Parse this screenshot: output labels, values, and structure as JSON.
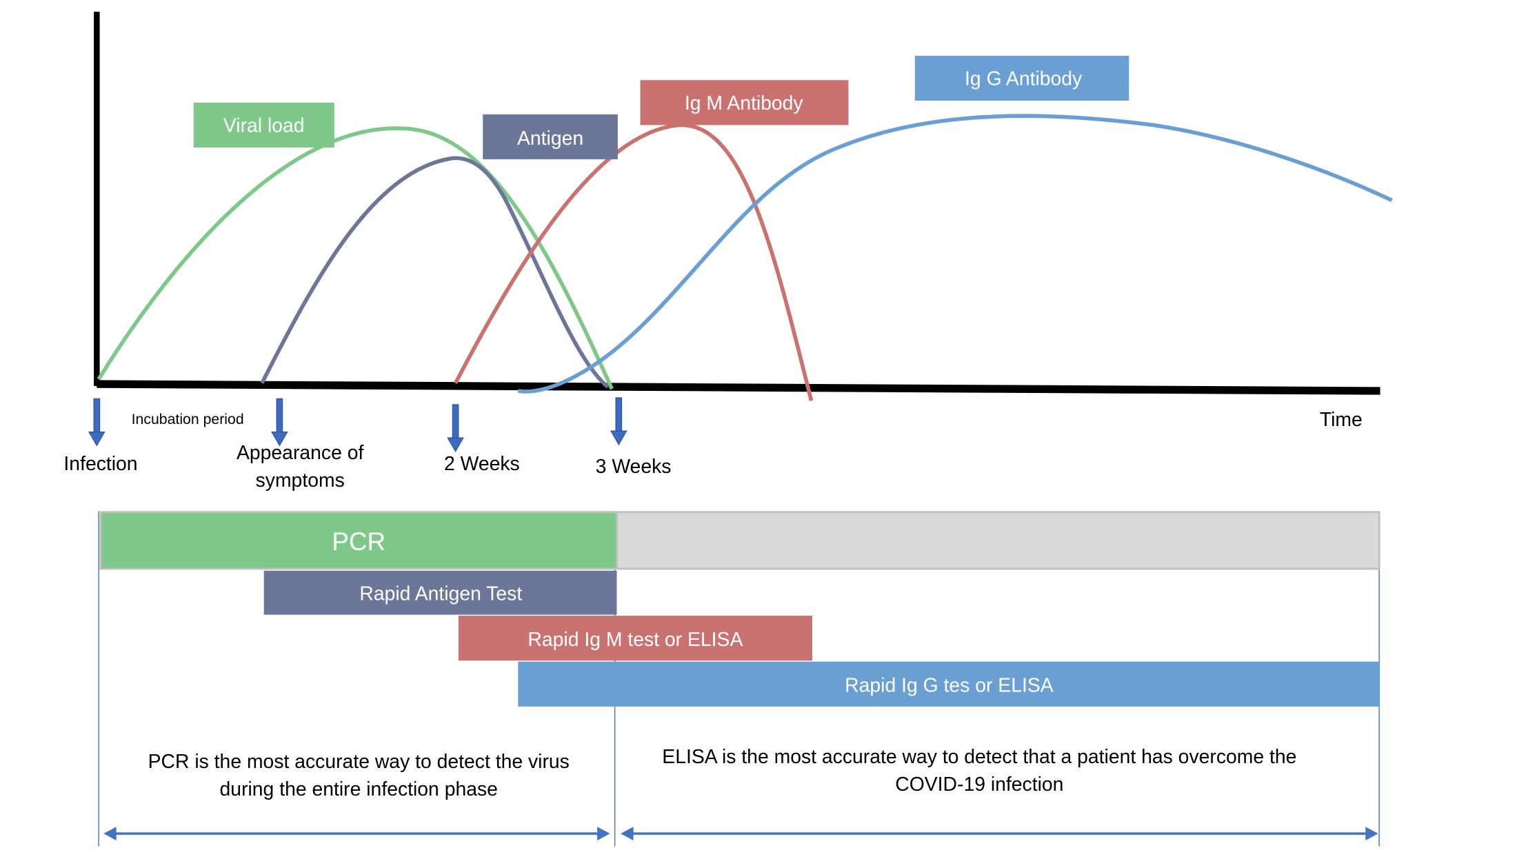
{
  "colors": {
    "viral": "#7ec98a",
    "antigen": "#6b7698",
    "igm": "#c97270",
    "igg": "#6a9fd4",
    "gray": "#d9d9d9",
    "arrow": "#3d6bbf",
    "axis": "#000000"
  },
  "curves": {
    "viral_load": "Viral load",
    "antigen": "Antigen",
    "igm": "Ig M Antibody",
    "igg": "Ig G Antibody"
  },
  "axis": {
    "x_label": "Time"
  },
  "timeline": {
    "incubation": "Incubation period",
    "markers": [
      {
        "line1": "Infection",
        "line2": ""
      },
      {
        "line1": "Appearance of",
        "line2": "symptoms"
      },
      {
        "line1": "2 Weeks",
        "line2": ""
      },
      {
        "line1": "3 Weeks",
        "line2": ""
      }
    ]
  },
  "tests": {
    "pcr": "PCR",
    "rapid_antigen": "Rapid Antigen Test",
    "rapid_igm": "Rapid Ig M test or ELISA",
    "rapid_igg": "Rapid Ig G  tes or ELISA"
  },
  "notes": {
    "left_line1": "PCR is the most accurate way to detect the virus",
    "left_line2": "during the entire infection phase",
    "right_line1": "ELISA is the most accurate way to detect that a patient has overcome the",
    "right_line2": "COVID-19 infection"
  }
}
